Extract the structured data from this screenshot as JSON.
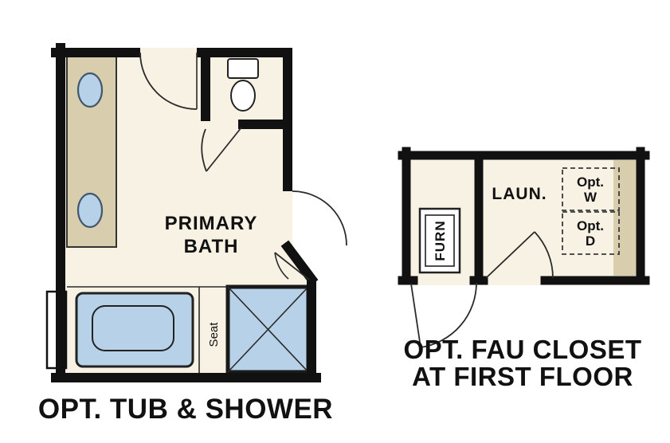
{
  "left_plan": {
    "room_label_line1": "PRIMARY",
    "room_label_line2": "BATH",
    "seat_label": "Seat",
    "caption": "OPT. TUB & SHOWER"
  },
  "right_plan": {
    "furnace_label": "FURN",
    "laundry_label": "LAUN.",
    "opt_washer_line1": "Opt.",
    "opt_washer_line2": "W",
    "opt_dryer_line1": "Opt.",
    "opt_dryer_line2": "D",
    "caption_line1": "OPT. FAU CLOSET",
    "caption_line2": "AT FIRST FLOOR"
  },
  "colors": {
    "background": "#ffffff",
    "wall": "#111111",
    "floor": "#f8f2e4",
    "counter": "#d8cdad",
    "fixture_fill": "#b7d2e8",
    "fixture_stroke": "#2b2b2b"
  }
}
